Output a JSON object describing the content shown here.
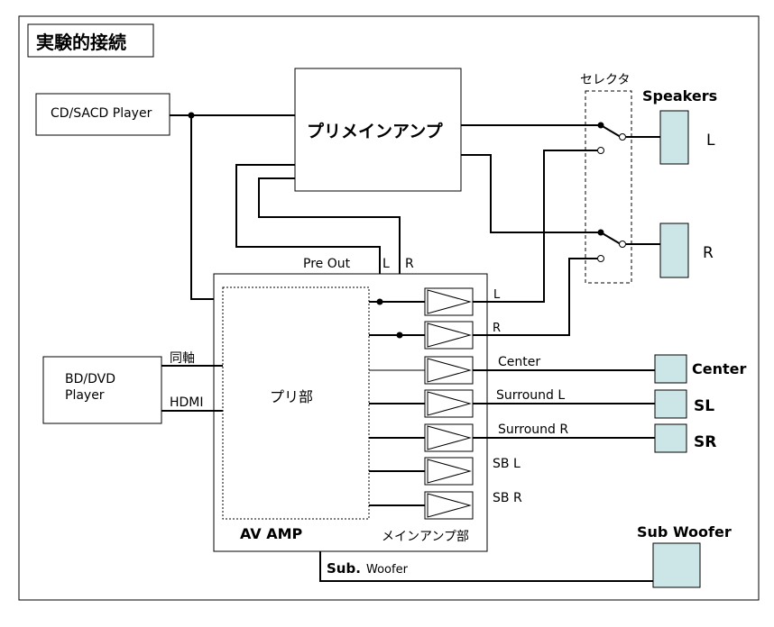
{
  "title": "実験的接続",
  "devices": {
    "cd_player": "CD/SACD Player",
    "pre_main_amp": "プリメインアンプ",
    "bd_player_line1": "BD/DVD",
    "bd_player_line2": "Player",
    "pre_section": "プリ部",
    "av_amp": "AV AMP",
    "main_amp_section": "メインアンプ部"
  },
  "labels": {
    "selector": "セレクタ",
    "speakers": "Speakers",
    "pre_out": "Pre Out",
    "pre_out_l": "L",
    "pre_out_r": "R",
    "coax": "同軸",
    "hdmi": "HDMI",
    "sub_prefix": "Sub.",
    "sub_suffix": "Woofer"
  },
  "channels": {
    "L": "L",
    "R": "R",
    "center": "Center",
    "surround_l": "Surround L",
    "surround_r": "Surround R",
    "sb_l": "SB L",
    "sb_r": "SB R"
  },
  "speakers": {
    "front_l": "L",
    "front_r": "R",
    "center": "Center",
    "sl": "SL",
    "sr": "SR",
    "sub_woofer": "Sub Woofer"
  },
  "colors": {
    "speaker_fill": "#cce6e8",
    "line": "#000000",
    "background": "#ffffff"
  }
}
